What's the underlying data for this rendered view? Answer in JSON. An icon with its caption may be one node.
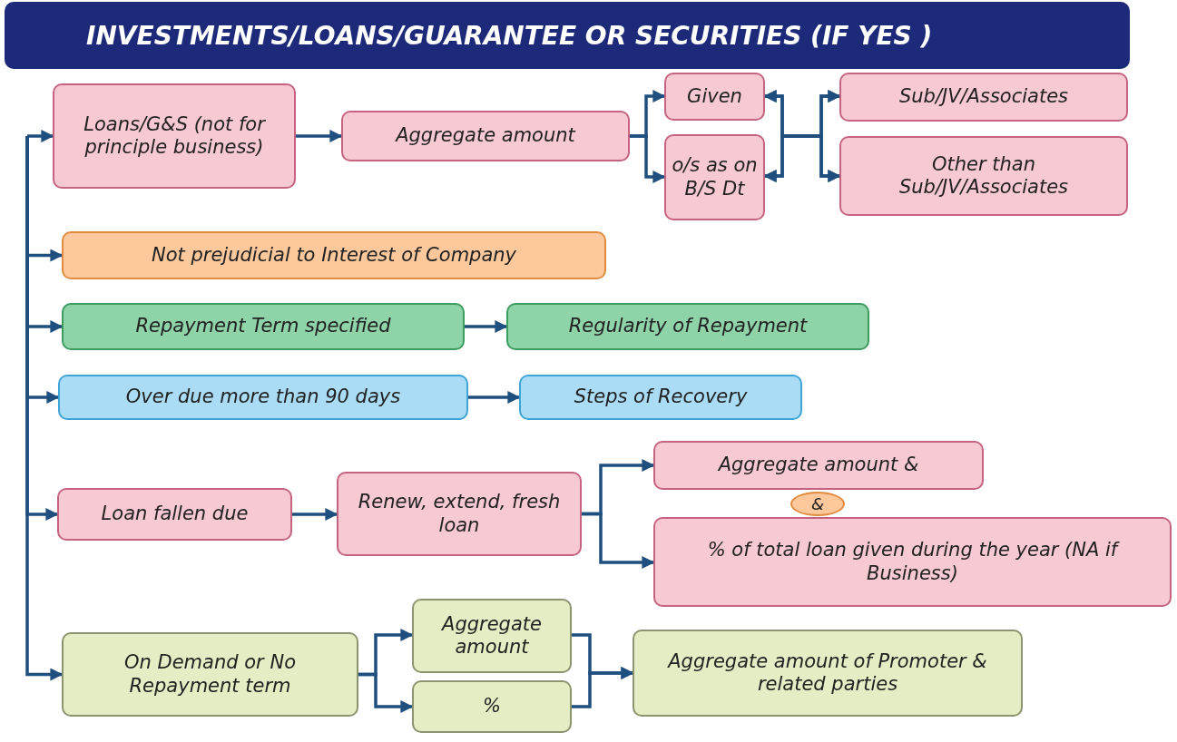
{
  "diagram": {
    "title": "INVESTMENTS/LOANS/GUARANTEE OR SECURITIES (IF YES )",
    "nodes": [
      {
        "text": [
          "Loans/G&S (not for principle business)"
        ]
      },
      {
        "text": [
          "Aggregate amount"
        ]
      },
      {
        "text": [
          "Given"
        ]
      },
      {
        "text": [
          "o/s as on B/S Dt"
        ]
      },
      {
        "text": [
          "Sub/JV/Associates"
        ]
      },
      {
        "text": [
          "Other than Sub/JV/Associates"
        ]
      },
      {
        "text": [
          "Not prejudicial to Interest of Company"
        ]
      },
      {
        "text": [
          "Repayment Term specified"
        ]
      },
      {
        "text": [
          "Regularity of Repayment"
        ]
      },
      {
        "text": [
          "Over due more than 90 days"
        ]
      },
      {
        "text": [
          "Steps of Recovery"
        ]
      },
      {
        "text": [
          "Loan fallen due"
        ]
      },
      {
        "text": [
          "Renew, extend, fresh loan"
        ]
      },
      {
        "text": [
          "Aggregate amount &"
        ]
      },
      {
        "text": [
          "&"
        ]
      },
      {
        "text": [
          "% of total loan given during the year (NA if Business)"
        ]
      },
      {
        "text": [
          "On Demand or No Repayment term"
        ]
      },
      {
        "text": [
          "Aggregate amount"
        ]
      },
      {
        "text": [
          "%"
        ]
      },
      {
        "text": [
          "Aggregate amount of Promoter & related parties"
        ]
      }
    ],
    "edges": [
      {
        "from": null,
        "to": 0,
        "arrow": "to"
      },
      {
        "from": null,
        "to": 6,
        "arrow": "to"
      },
      {
        "from": null,
        "to": 7,
        "arrow": "to"
      },
      {
        "from": null,
        "to": 9,
        "arrow": "to"
      },
      {
        "from": null,
        "to": 11,
        "arrow": "to"
      },
      {
        "from": null,
        "to": 16,
        "arrow": "to"
      },
      {
        "from": 0,
        "to": 1,
        "arrow": "to"
      },
      {
        "from": 1,
        "to": 2,
        "arrow": "to"
      },
      {
        "from": 1,
        "to": 3,
        "arrow": "to"
      },
      {
        "from": 2,
        "to": 4,
        "arrow": "both"
      },
      {
        "from": 2,
        "to": 5,
        "arrow": "both"
      },
      {
        "from": 3,
        "to": 4,
        "arrow": "both"
      },
      {
        "from": 3,
        "to": 5,
        "arrow": "both"
      },
      {
        "from": 7,
        "to": 8,
        "arrow": "to"
      },
      {
        "from": 9,
        "to": 10,
        "arrow": "to"
      },
      {
        "from": 11,
        "to": 12,
        "arrow": "to"
      },
      {
        "from": 12,
        "to": 13,
        "arrow": "to"
      },
      {
        "from": 12,
        "to": 15,
        "arrow": "to"
      },
      {
        "from": 16,
        "to": 17,
        "arrow": "to"
      },
      {
        "from": 16,
        "to": 18,
        "arrow": "to"
      },
      {
        "from": 17,
        "to": 19,
        "arrow": "to"
      },
      {
        "from": 18,
        "to": 19,
        "arrow": "to"
      }
    ]
  }
}
